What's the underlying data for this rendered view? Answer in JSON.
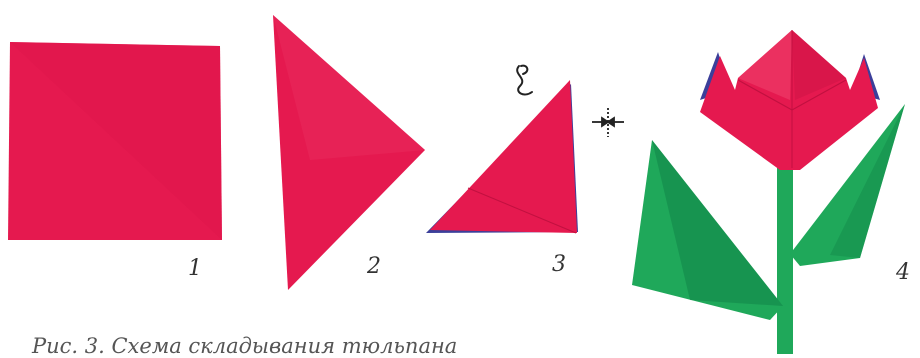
{
  "steps": [
    {
      "number": "1",
      "shape": "square"
    },
    {
      "number": "2",
      "shape": "triangle"
    },
    {
      "number": "3",
      "shape": "small-triangle"
    },
    {
      "number": "4",
      "shape": "tulip"
    }
  ],
  "caption": "Рис. 3. Схема складывания тюльпана",
  "colors": {
    "paper_red": "#e5194f",
    "paper_red_dark": "#c21040",
    "paper_blue_edge": "#3b3f9a",
    "leaf_green": "#1fa85a",
    "leaf_green_dark": "#12874a",
    "mark_ink": "#222222"
  },
  "icons": [
    "scribble-mark-icon",
    "fold-arrows-icon"
  ]
}
